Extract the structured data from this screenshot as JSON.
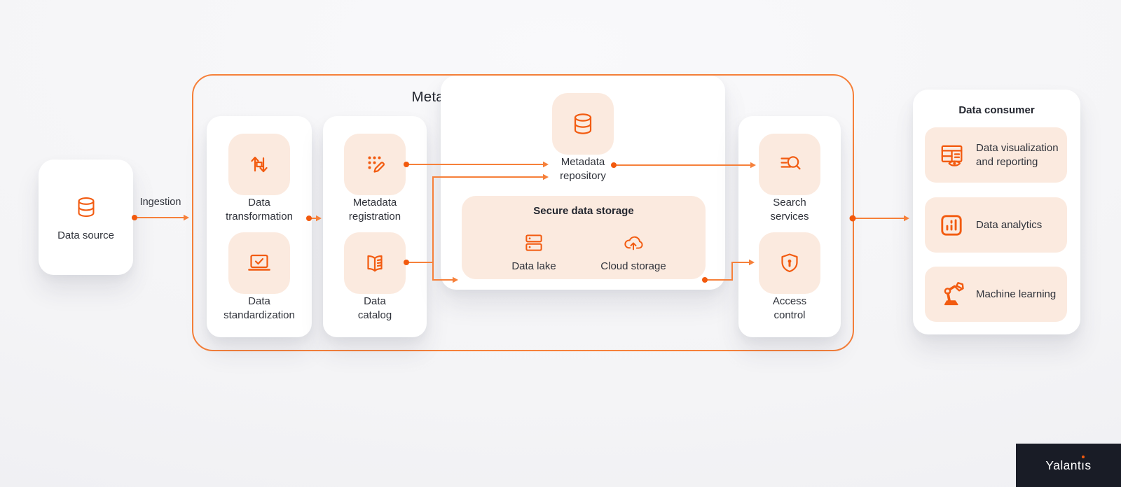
{
  "colors": {
    "accent_orange": "#F25B10",
    "line_orange": "#F6803A",
    "tile_peach": "#FBEADF",
    "text_dark": "#30333B",
    "title_dark": "#23262F",
    "brand_bg": "#191C26",
    "card_white": "#FFFFFF",
    "background": "#F4F4F6"
  },
  "data_source": {
    "label": "Data source",
    "icon": "database-icon"
  },
  "connectors": {
    "ingestion_label": "Ingestion"
  },
  "framework": {
    "title": "Metadata management framework",
    "nodes": {
      "data_transformation": {
        "label": "Data\ntransformation",
        "icon": "transform-arrows-icon"
      },
      "data_standardization": {
        "label": "Data\nstandardization",
        "icon": "laptop-check-icon"
      },
      "metadata_registration": {
        "label": "Metadata\nregistration",
        "icon": "dots-pencil-icon"
      },
      "data_catalog": {
        "label": "Data\ncatalog",
        "icon": "open-book-icon"
      },
      "metadata_repository": {
        "label": "Metadata\nrepository",
        "icon": "database-icon"
      },
      "search_services": {
        "label": "Search\nservices",
        "icon": "search-list-icon"
      },
      "access_control": {
        "label": "Access\ncontrol",
        "icon": "shield-lock-icon"
      }
    },
    "secure_storage": {
      "title": "Secure data storage",
      "items": [
        {
          "label": "Data lake",
          "icon": "server-stack-icon"
        },
        {
          "label": "Cloud storage",
          "icon": "cloud-upload-icon"
        }
      ]
    }
  },
  "data_consumer": {
    "title": "Data consumer",
    "items": [
      {
        "label": "Data visualization\nand reporting",
        "icon": "dashboard-eye-icon"
      },
      {
        "label": "Data analytics",
        "icon": "bar-chart-icon"
      },
      {
        "label": "Machine learning",
        "icon": "robot-arm-icon"
      }
    ]
  },
  "brand": {
    "name": "Yalantis"
  }
}
